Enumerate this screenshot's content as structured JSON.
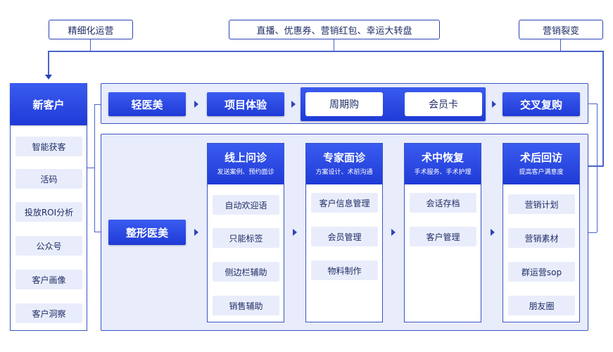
{
  "top_labels": [
    "精细化运营",
    "直播、优惠券、营销红包、幸运大转盘",
    "营销裂变"
  ],
  "left": {
    "title": "新客户",
    "items": [
      "智能获客",
      "活码",
      "投放ROI分析",
      "公众号",
      "客户画像",
      "客户洞察"
    ]
  },
  "light_row": {
    "step1": "轻医美",
    "step2": "项目体验",
    "group": [
      "周期购",
      "会员卡"
    ],
    "step4": "交叉复购"
  },
  "surgery": {
    "label": "整形医美",
    "columns": [
      {
        "title": "线上问诊",
        "subtitle": "发送案例、预约面诊",
        "items": [
          "自动欢迎语",
          "只能标签",
          "侧边栏辅助",
          "销售辅助"
        ]
      },
      {
        "title": "专家面诊",
        "subtitle": "方案设计、术前沟通",
        "items": [
          "客户信息管理",
          "会员管理",
          "物料制作"
        ]
      },
      {
        "title": "术中恢复",
        "subtitle": "手术服务、手术护理",
        "items": [
          "会话存档",
          "客户管理"
        ]
      },
      {
        "title": "术后回访",
        "subtitle": "提高客户满意度",
        "items": [
          "营销计划",
          "营销素材",
          "群运营sop",
          "朋友圈"
        ]
      }
    ]
  },
  "colors": {
    "primary": "#1f3bd6",
    "border": "#3a55c6",
    "panel_bg": "#e8ecfb"
  }
}
